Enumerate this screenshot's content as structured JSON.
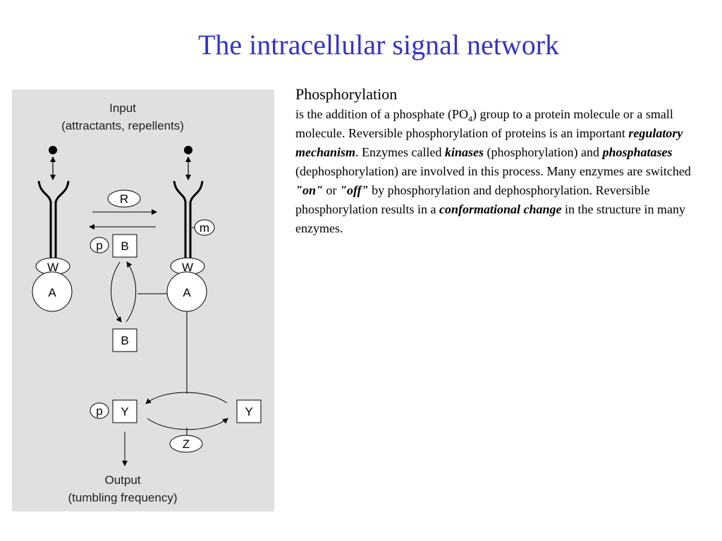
{
  "slide": {
    "title": "The intracellular signal network"
  },
  "diagram": {
    "background": "#e0e0e0",
    "input_line1": "Input",
    "input_line2": "(attractants, repellents)",
    "output_line1": "Output",
    "output_line2": "(tumbling frequency)",
    "labels": {
      "R": "R",
      "m": "m",
      "p": "p",
      "B": "B",
      "W": "W",
      "A": "A",
      "Y": "Y",
      "Z": "Z"
    }
  },
  "text": {
    "heading": "Phosphorylation",
    "p1": "is the addition of a phosphate (PO",
    "sub4": "4",
    "p2": ") group to a protein molecule or a small molecule. Reversible phosphorylation of proteins is an important ",
    "em1": "regulatory mechanism",
    "p3": ". Enzymes called ",
    "em2": "kinases",
    "p4": " (phosphorylation) and ",
    "em3": "phosphatases",
    "p5": " (dephosphorylation) are involved in this process. Many enzymes are switched ",
    "em4": "\"on\"",
    "p6": " or ",
    "em5": "\"off\"",
    "p7": " by phosphorylation and dephosphorylation. Reversible phosphorylation results in a ",
    "em6": "conformational change",
    "p8": " in the structure in many enzymes."
  }
}
